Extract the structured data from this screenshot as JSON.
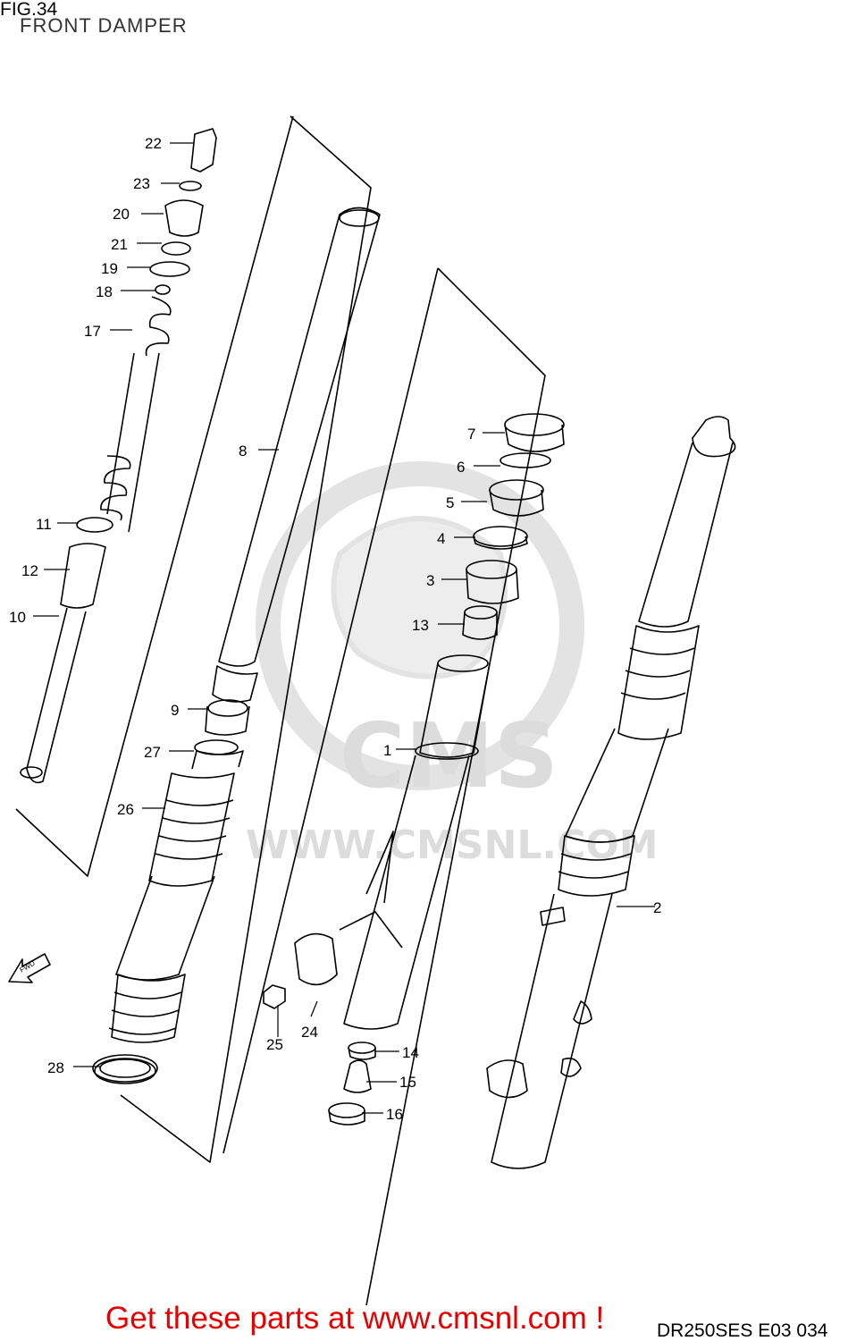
{
  "header": {
    "fig_label": "FIG.34",
    "title": "FRONT DAMPER"
  },
  "diagram": {
    "callouts": [
      "22",
      "23",
      "20",
      "21",
      "19",
      "18",
      "17",
      "8",
      "7",
      "6",
      "5",
      "4",
      "3",
      "13",
      "11",
      "12",
      "10",
      "9",
      "1",
      "27",
      "26",
      "2",
      "14",
      "24",
      "25",
      "15",
      "16",
      "28"
    ],
    "watermark": {
      "text": "WWW.CMSNL.COM",
      "brand": "CMS"
    },
    "fwd_arrow_label": "FWD"
  },
  "footer": {
    "cta": "Get these parts at www.cmsnl.com !",
    "code": "DR250SES E03  034"
  },
  "colors": {
    "line": "#000000",
    "watermark": "#d9d9d9",
    "cta": "#e60000"
  }
}
